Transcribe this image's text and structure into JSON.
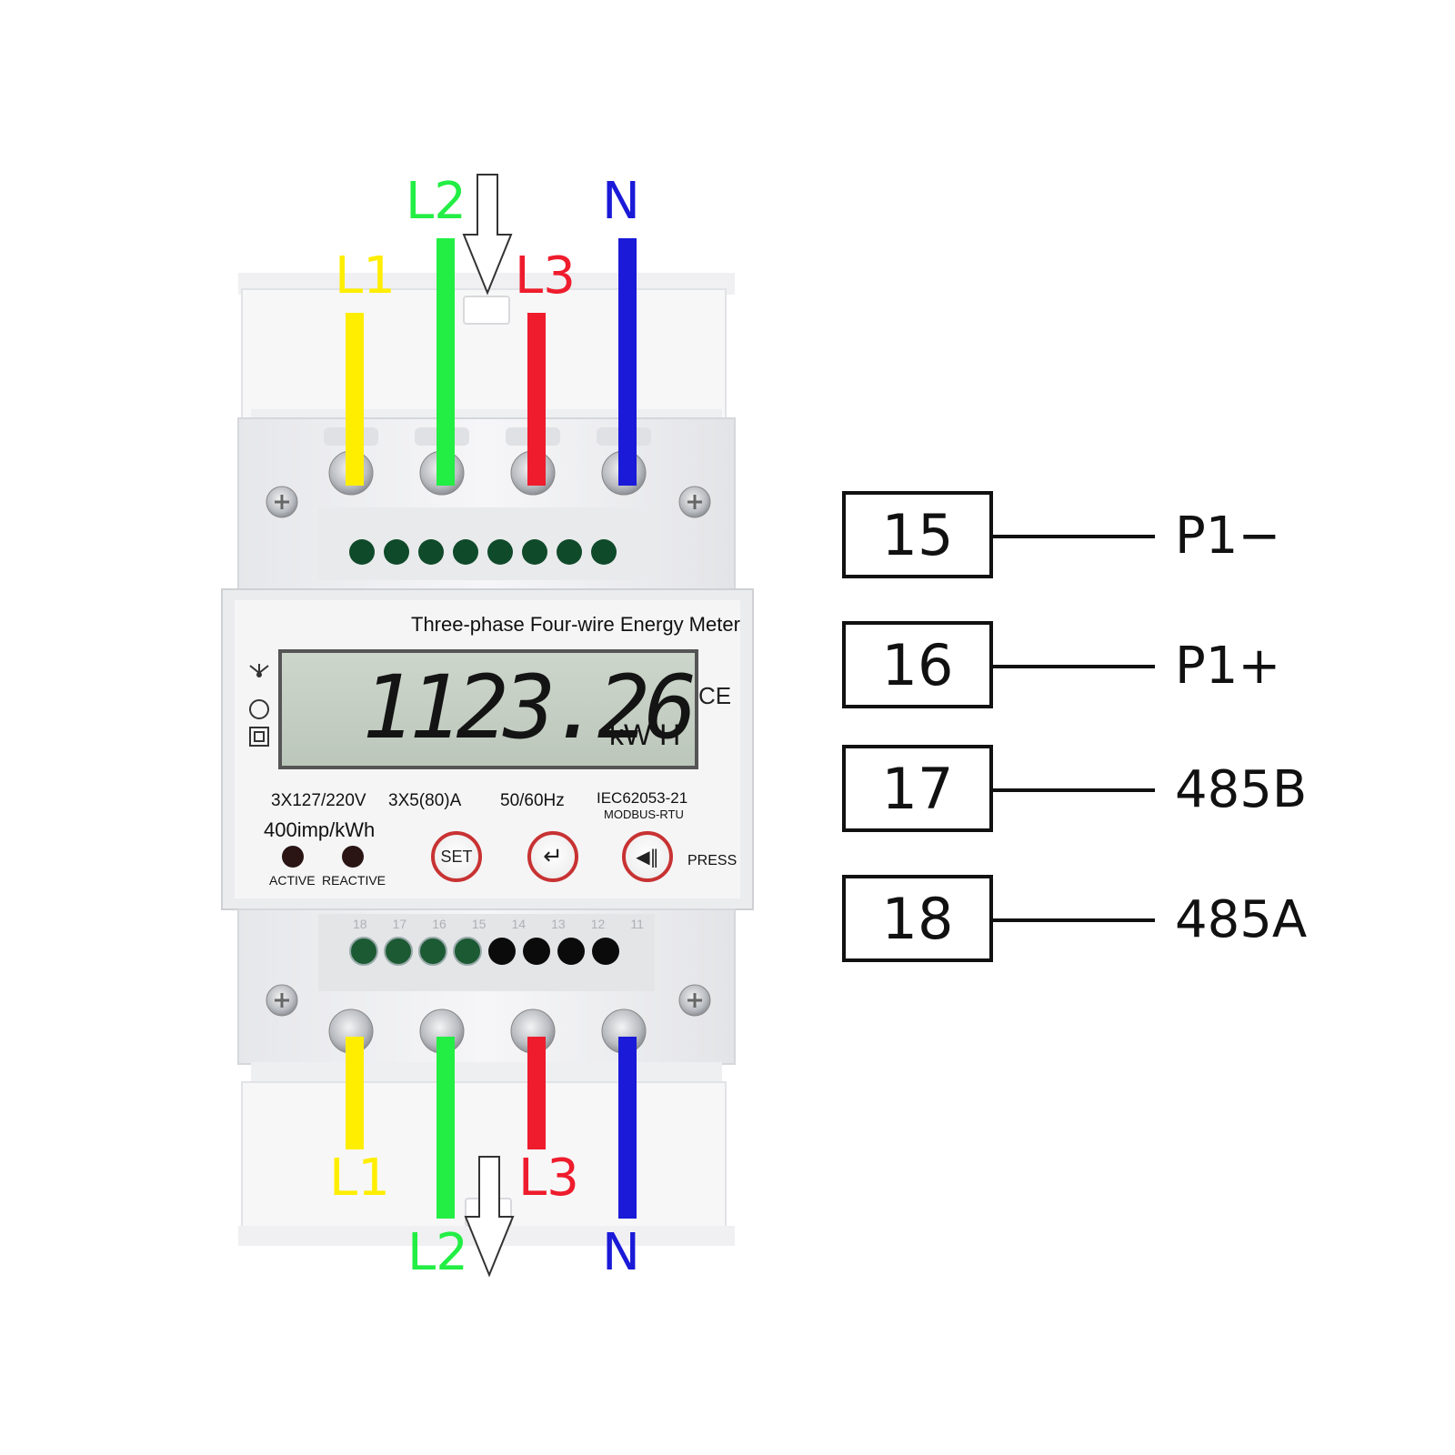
{
  "meter": {
    "title": "Three-phase Four-wire Energy Meter",
    "reading": "1123.26",
    "unit": "kW H",
    "ce_mark": "CE",
    "voltage": "3X127/220V",
    "current": "3X5(80)A",
    "frequency": "50/60Hz",
    "standard": "IEC62053-21",
    "protocol": "MODBUS-RTU",
    "pulse_constant": "400imp/kWh",
    "led_active": "ACTIVE",
    "led_reactive": "REACTIVE",
    "set_button": "SET",
    "press_label": "PRESS",
    "top_terminal_numbers": [
      "18",
      "17",
      "16",
      "15",
      "14",
      "13",
      "12",
      "11"
    ]
  },
  "wires": {
    "top": [
      {
        "label": "L1",
        "color": "#ffee00"
      },
      {
        "label": "L2",
        "color": "#22ee44"
      },
      {
        "label": "L3",
        "color": "#ee1c2c"
      },
      {
        "label": "N",
        "color": "#1a1ad8"
      }
    ],
    "bottom": [
      {
        "label": "L1",
        "color": "#ffee00"
      },
      {
        "label": "L2",
        "color": "#22ee44"
      },
      {
        "label": "L3",
        "color": "#ee1c2c"
      },
      {
        "label": "N",
        "color": "#1a1ad8"
      }
    ]
  },
  "terminals": [
    {
      "number": "15",
      "signal": "P1−"
    },
    {
      "number": "16",
      "signal": "P1+"
    },
    {
      "number": "17",
      "signal": "485B"
    },
    {
      "number": "18",
      "signal": "485A"
    }
  ]
}
